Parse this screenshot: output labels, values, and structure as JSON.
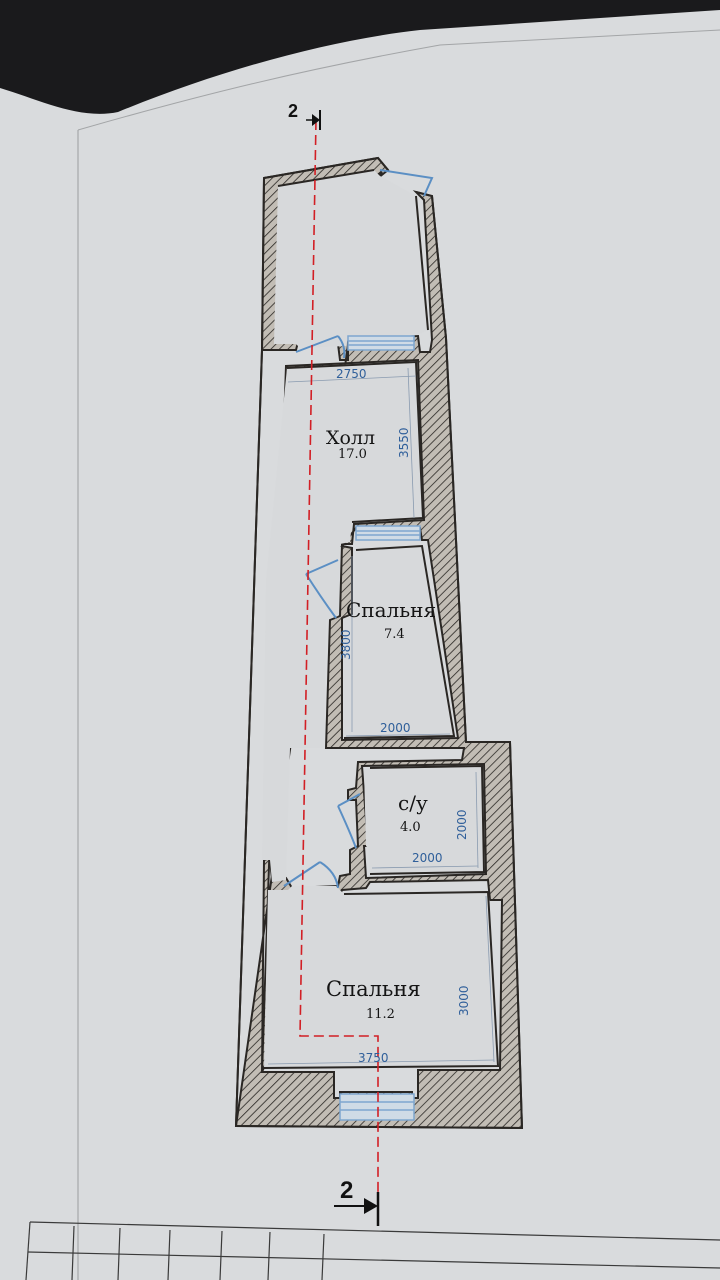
{
  "section_marker": {
    "top_label": "2",
    "bottom_label": "2"
  },
  "rooms": [
    {
      "id": "hall",
      "name": "Холл",
      "area": "17.0"
    },
    {
      "id": "bedroom-1",
      "name": "Спальня",
      "area": "7.4"
    },
    {
      "id": "bathroom",
      "name": "с/у",
      "area": "4.0"
    },
    {
      "id": "bedroom-2",
      "name": "Спальня",
      "area": "11.2"
    }
  ],
  "dimensions": {
    "hall_width": "2750",
    "hall_length": "3550",
    "bedroom1_length": "3800",
    "bedroom1_width": "2000",
    "bathroom_length": "2000",
    "bathroom_width": "2000",
    "bedroom2_length": "3000",
    "bedroom2_width": "3750"
  },
  "colors": {
    "paper": "#dcdee0",
    "wall_fill": "#b9b4ad",
    "wall_hatch": "#2a2724",
    "door_swing": "#5b8fc4",
    "window": "#7ea6cf",
    "section_line": "#d21f25",
    "dimension_text": "#2f5f9a"
  }
}
